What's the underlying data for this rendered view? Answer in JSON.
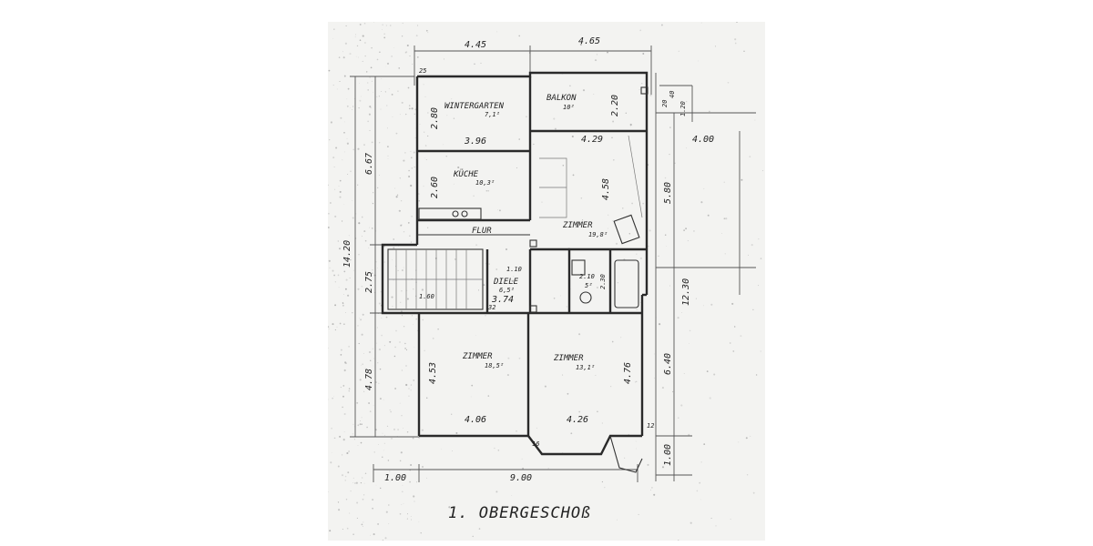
{
  "drawing": {
    "title": "1. OBERGESCHOß",
    "rooms": [
      {
        "id": "wintergarten",
        "name": "WINTERGARTEN",
        "area": "7,1²"
      },
      {
        "id": "balkon",
        "name": "BALKON",
        "area": "10²"
      },
      {
        "id": "kueche",
        "name": "KÜCHE",
        "area": "10,3²"
      },
      {
        "id": "zimmer-main",
        "name": "ZIMMER",
        "area": "19,8²"
      },
      {
        "id": "flur",
        "name": "FLUR",
        "area": ""
      },
      {
        "id": "diele",
        "name": "DIELE",
        "area": "6,5²"
      },
      {
        "id": "bad",
        "name": "",
        "area": "5²"
      },
      {
        "id": "zimmer-left",
        "name": "ZIMMER",
        "area": "18,5²"
      },
      {
        "id": "zimmer-right",
        "name": "ZIMMER",
        "area": "13,1²"
      }
    ],
    "dimensions": {
      "top_left": "4.45",
      "top_right": "4.65",
      "left_total": "14.20",
      "left_upper": "6.67",
      "left_mid": "2.75",
      "left_lower": "4.78",
      "right_upper": "5.80",
      "right_lower": "6.40",
      "right_total": "12.30",
      "right_offset": "4.00",
      "right_small": "1.00",
      "right_top_a": "20",
      "right_top_b": "40",
      "right_top_c": "1.20",
      "bottom_left": "1.00",
      "bottom_total": "9.00",
      "wg_height": "2.80",
      "wg_width": "3.96",
      "balkon_height": "2.20",
      "kueche_height": "2.60",
      "zimmer_width": "4.29",
      "zimmer_height": "4.58",
      "diele_width": "3.74",
      "diele_small": "1.10",
      "stair_width": "1.60",
      "bad_a": "2.10",
      "bad_b": "2.30",
      "zl_height": "4.53",
      "zl_width": "4.06",
      "zr_height": "4.76",
      "zr_width": "4.26",
      "wall_a": "25",
      "wall_b": "16",
      "wall_c": "32",
      "wall_d": "12"
    }
  }
}
